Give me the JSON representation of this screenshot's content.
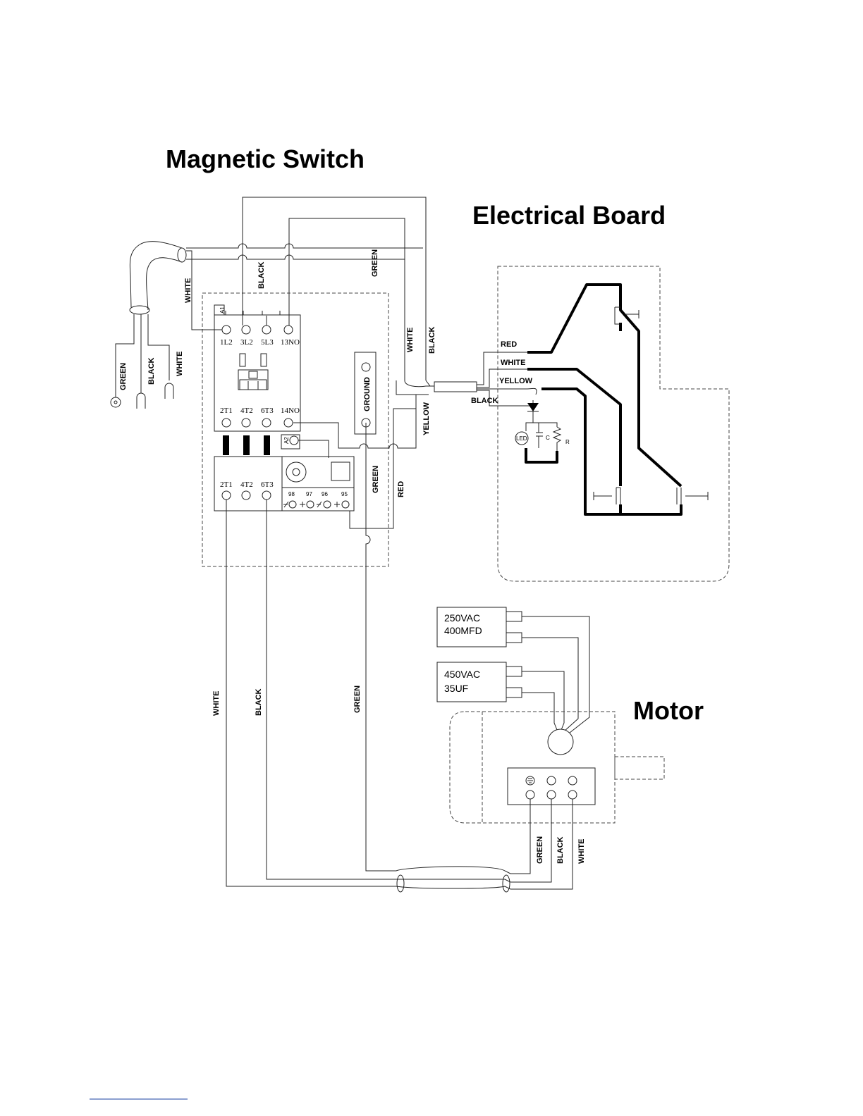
{
  "titles": {
    "magnetic_switch": "Magnetic Switch",
    "electrical_board": "Electrical Board",
    "motor": "Motor"
  },
  "wire_labels": {
    "white": "WHITE",
    "black": "BLACK",
    "green": "GREEN",
    "red": "RED",
    "yellow": "YELLOW",
    "ground": "GROUND"
  },
  "terminals": {
    "a1": "A1",
    "a2": "A2",
    "t1L2": "1L2",
    "t3L2": "3L2",
    "t5L3": "5L3",
    "t13NO": "13NO",
    "t2T1": "2T1",
    "t4T2": "4T2",
    "t6T3": "6T3",
    "t14NO": "14NO",
    "o98": "98",
    "o97": "97",
    "o96": "96",
    "o95": "95"
  },
  "components": {
    "led": "LED",
    "c": "C",
    "r": "R"
  },
  "capacitors": {
    "cap1_line1": "250VAC",
    "cap1_line2": "400MFD",
    "cap2_line1": "450VAC",
    "cap2_line2": "35UF"
  }
}
